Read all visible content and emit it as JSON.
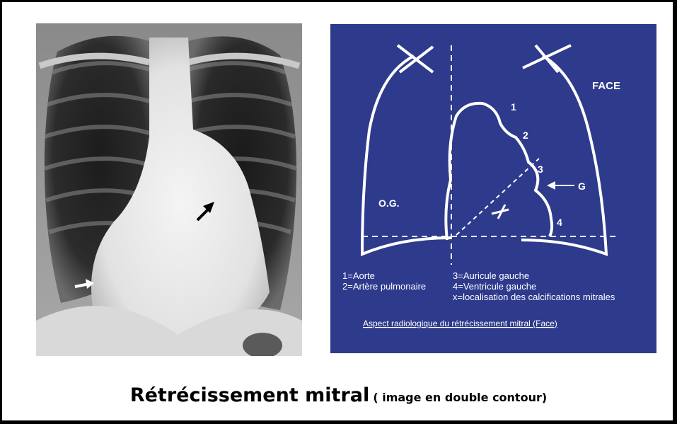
{
  "schema": {
    "labels": {
      "face": "FACE",
      "og": "O.G.",
      "g": "G",
      "n1": "1",
      "n2": "2",
      "n3": "3",
      "n4": "4"
    },
    "legend": {
      "l1": "1=Aorte",
      "l2": "2=Artère pulmonaire",
      "l3": "3=Auricule gauche",
      "l4": "4=Ventricule gauche",
      "lx": "x=localisation des calcifications mitrales"
    },
    "subtitle": "Aspect radiologique du rétrécissement mitral (Face)",
    "background_color": "#2e3a8c"
  },
  "caption": {
    "main": "Rétrécissement mitral",
    "sub": "( image en double contour)"
  }
}
